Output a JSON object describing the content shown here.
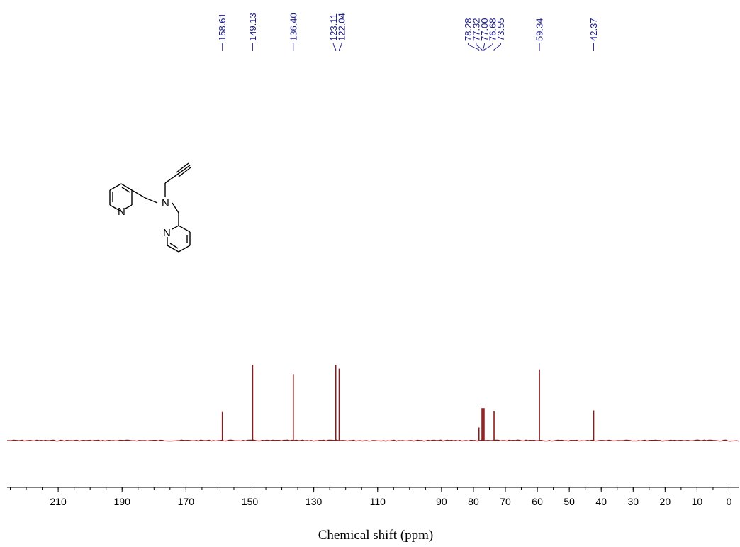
{
  "chart_data": {
    "type": "line",
    "title": "",
    "xlabel": "Chemical shift (ppm)",
    "ylabel": "",
    "xlim": [
      226,
      -3
    ],
    "x_reversed": true,
    "grid": false,
    "ticks": [
      210,
      190,
      170,
      150,
      130,
      110,
      90,
      80,
      70,
      60,
      50,
      40,
      30,
      20,
      10,
      0
    ],
    "tick_labels": [
      "210",
      "190",
      "170",
      "150",
      "130",
      "110",
      "90",
      "80",
      "70",
      "60",
      "50",
      "40",
      "30",
      "20",
      "10",
      "0"
    ],
    "peaks": [
      {
        "shift": 158.61,
        "intensity": 0.37
      },
      {
        "shift": 149.13,
        "intensity": 0.98
      },
      {
        "shift": 136.4,
        "intensity": 0.86
      },
      {
        "shift": 123.11,
        "intensity": 0.98
      },
      {
        "shift": 122.04,
        "intensity": 0.93
      },
      {
        "shift": 78.28,
        "intensity": 0.17
      },
      {
        "shift": 77.32,
        "intensity": 0.42
      },
      {
        "shift": 77.0,
        "intensity": 0.42
      },
      {
        "shift": 76.68,
        "intensity": 0.42
      },
      {
        "shift": 73.55,
        "intensity": 0.38
      },
      {
        "shift": 59.34,
        "intensity": 0.92
      },
      {
        "shift": 42.37,
        "intensity": 0.39
      }
    ],
    "peak_labels": [
      "158.61",
      "149.13",
      "136.40",
      "123.11",
      "122.04",
      "78.28",
      "77.32",
      "77.00",
      "76.68",
      "73.55",
      "59.34",
      "42.37"
    ],
    "colors": {
      "spectrum": "#8b1a1a",
      "peak_labels": "#1a1a8c",
      "axis": "#000000"
    }
  },
  "structure": {
    "atom_labels": [
      "N",
      "N",
      "N"
    ]
  }
}
